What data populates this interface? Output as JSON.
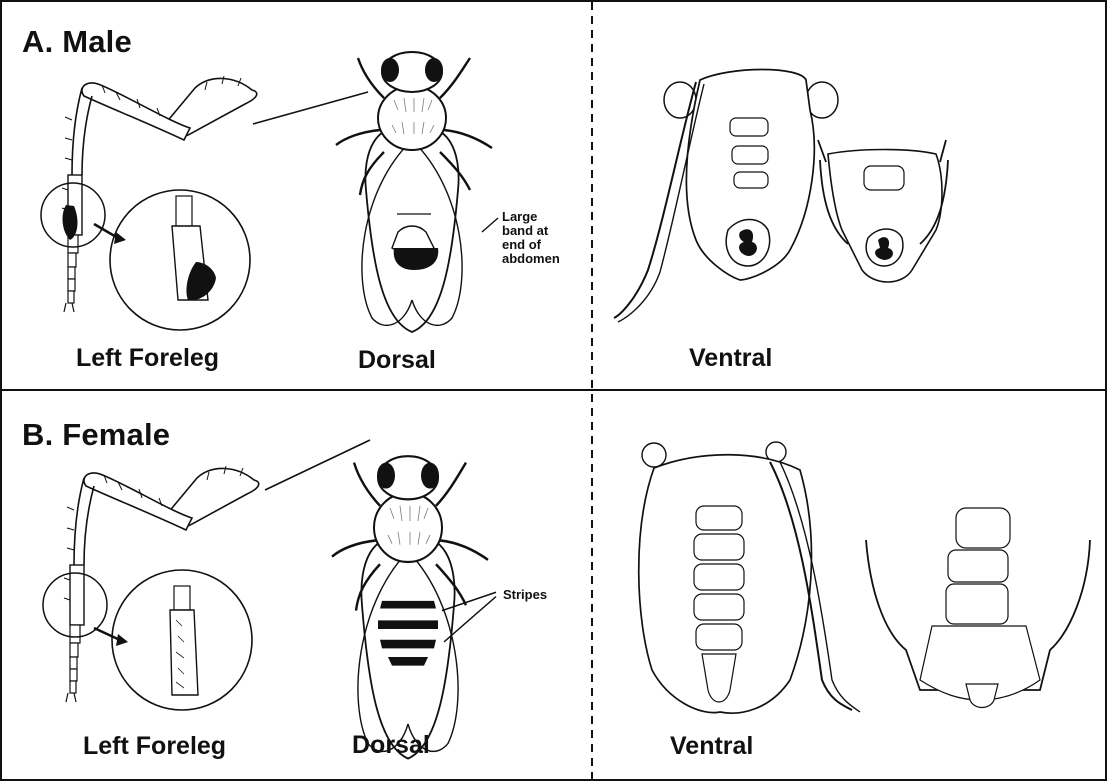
{
  "panels": [
    {
      "title": "A. Male",
      "labels": {
        "foreleg": "Left Foreleg",
        "dorsal": "Dorsal",
        "ventral": "Ventral"
      },
      "callout": [
        "Large",
        "band at",
        "end of",
        "abdomen"
      ]
    },
    {
      "title": "B. Female",
      "labels": {
        "foreleg": "Left Foreleg",
        "dorsal": "Dorsal",
        "ventral": "Ventral"
      },
      "callout": [
        "Stripes"
      ]
    }
  ]
}
